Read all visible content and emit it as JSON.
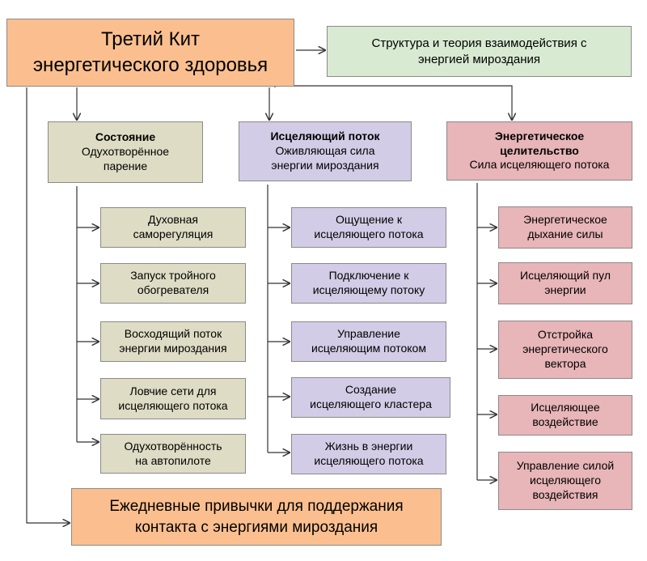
{
  "main": {
    "line1": "Третий Кит",
    "line2": "энергетического здоровья"
  },
  "top_right": {
    "line1": "Структура и теория взаимодействия с",
    "line2": "энергией мироздания"
  },
  "columns": [
    {
      "title": "Состояние",
      "sub1": "Одухотворённое",
      "sub2": "парение",
      "items": [
        [
          "Духовная",
          "саморегуляция"
        ],
        [
          "Запуск тройного",
          "обогревателя"
        ],
        [
          "Восходящий поток",
          "энергии мироздания"
        ],
        [
          "Ловчие сети для",
          "исцеляющего потока"
        ],
        [
          "Одухотворённость",
          "на автопилоте"
        ]
      ]
    },
    {
      "title": "Исцеляющий поток",
      "sub1": "Оживляющая сила",
      "sub2": "энергии мироздания",
      "items": [
        [
          "Ощущение к",
          "исцеляющего потока"
        ],
        [
          "Подключение к",
          "исцеляющему потоку"
        ],
        [
          "Управление",
          "исцеляющим потоком"
        ],
        [
          "Создание",
          "исцеляющего кластера"
        ],
        [
          "Жизнь в энергии",
          "исцеляющего потока"
        ]
      ]
    },
    {
      "title_line1": "Энергетическое",
      "title_line2": "целительство",
      "sub1": "Сила исцеляющего потока",
      "items": [
        [
          "Энергетическое",
          "дыхание силы"
        ],
        [
          "Исцеляющий пул",
          "энергии"
        ],
        [
          "Отстройка",
          "энергетического",
          "вектора"
        ],
        [
          "Исцеляющее",
          "воздействие"
        ],
        [
          "Управление силой",
          "исцеляющего",
          "воздействия"
        ]
      ]
    }
  ],
  "bottom": {
    "line1": "Ежедневные привычки для поддержания",
    "line2": "контакта с энергиями мироздания"
  },
  "colors": {
    "orange": "#fbbf8f",
    "green": "#d9ead3",
    "olive": "#dedcc4",
    "purple": "#d3cce6",
    "pink": "#e8b5b8",
    "line": "#333333"
  }
}
